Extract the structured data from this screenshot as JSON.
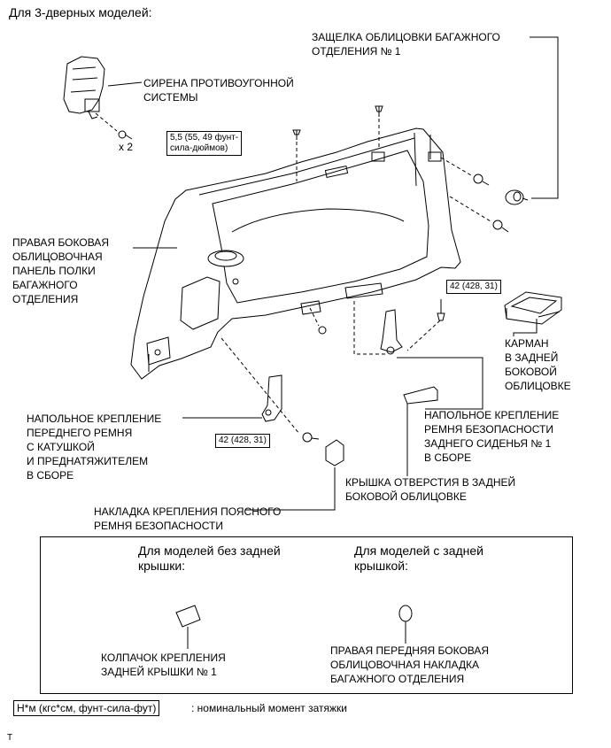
{
  "header": "Для 3-дверных моделей:",
  "labels": {
    "latch": "ЗАЩЕЛКА ОБЛИЦОВКИ БАГАЖНОГО\nОТДЕЛЕНИЯ № 1",
    "siren": "СИРЕНА ПРОТИВОУГОННОЙ\nСИСТЕМЫ",
    "panel": "ПРАВАЯ БОКОВАЯ\nОБЛИЦОВОЧНАЯ\nПАНЕЛЬ ПОЛКИ\nБАГАЖНОГО\nОТДЕЛЕНИЯ",
    "pocket": "КАРМАН\nВ ЗАДНЕЙ\nБОКОВОЙ\nОБЛИЦОВКЕ",
    "front_anchor": "НАПОЛЬНОЕ КРЕПЛЕНИЕ\nПЕРЕДНЕГО РЕМНЯ\nС КАТУШКОЙ\nИ ПРЕДНАТЯЖИТЕЛЕМ\nВ СБОРЕ",
    "rear_anchor": "НАПОЛЬНОЕ КРЕПЛЕНИЕ\nРЕМНЯ БЕЗОПАСНОСТИ\nЗАДНЕГО СИДЕНЬЯ № 1\nВ СБОРЕ",
    "hole_cover": "КРЫШКА ОТВЕРСТИЯ В ЗАДНЕЙ\nБОКОВОЙ ОБЛИЦОВКЕ",
    "anchor_cover": "НАКЛАДКА КРЕПЛЕНИЯ ПОЯСНОГО\nРЕМНЯ БЕЗОПАСНОСТИ"
  },
  "torques": {
    "siren": "5,5 (55, 49 фунт-\nсила-дюймов)",
    "rear_anchor": "42 (428, 31)",
    "front_anchor": "42 (428, 31)"
  },
  "multiplier": "x 2",
  "variants": {
    "without_cover_title": "Для моделей без задней\nкрышки:",
    "with_cover_title": "Для моделей с задней\nкрышкой:",
    "cap_label": "КОЛПАЧОК КРЕПЛЕНИЯ\nЗАДНЕЙ КРЫШКИ № 1",
    "trim_label": "ПРАВАЯ ПЕРЕДНЯЯ БОКОВАЯ\nОБЛИЦОВОЧНАЯ НАКЛАДКА\nБАГАЖНОГО ОТДЕЛЕНИЯ"
  },
  "legend": {
    "key": "Н*м (кгс*см, фунт-сила-фут)",
    "desc": ": номинальный момент затяжки"
  },
  "footer": "T"
}
